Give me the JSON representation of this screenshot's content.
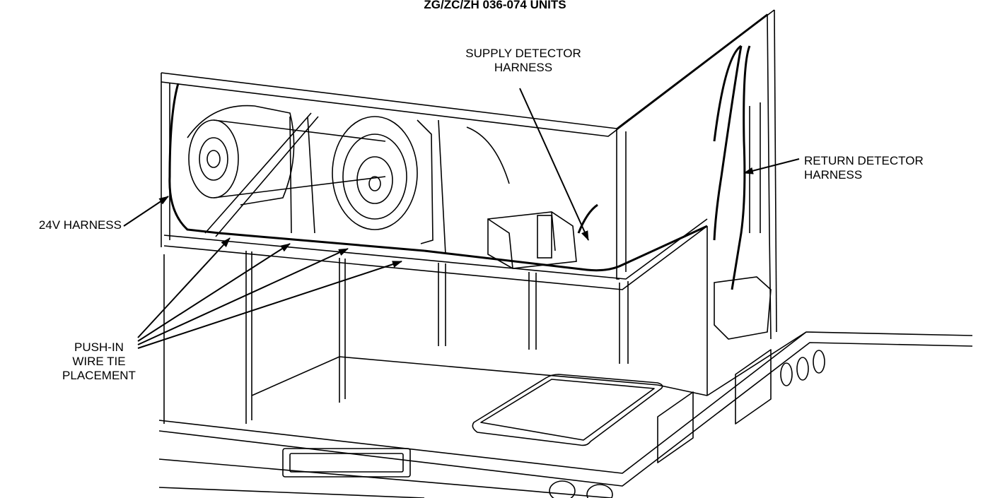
{
  "title": "ZG/ZC/ZH 036-074 UNITS",
  "labels": {
    "supply_detector": [
      "SUPPLY DETECTOR",
      "HARNESS"
    ],
    "return_detector": [
      "RETURN DETECTOR",
      "HARNESS"
    ],
    "harness_24v": [
      "24V HARNESS"
    ],
    "push_in": [
      "PUSH-IN",
      "WIRE TIE",
      "PLACEMENT"
    ]
  }
}
